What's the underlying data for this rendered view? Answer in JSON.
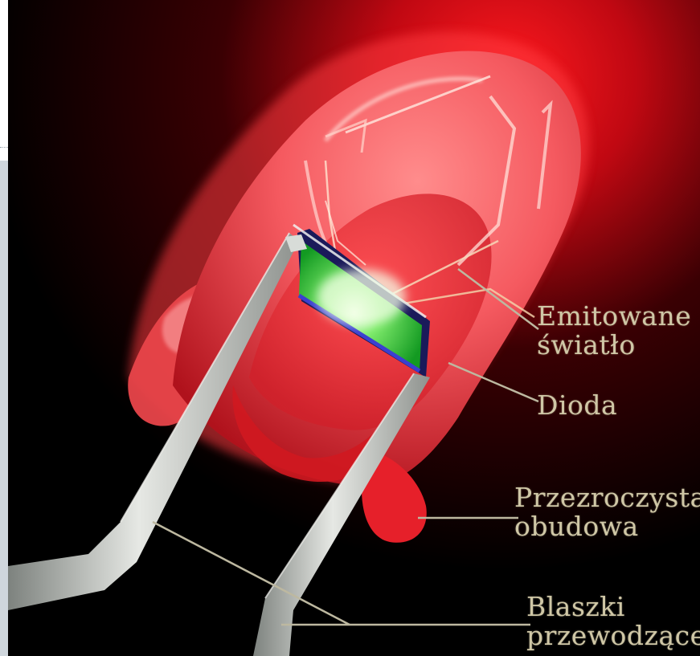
{
  "figure": {
    "labels": {
      "emitted_light": "Emitowane\nświatło",
      "diode": "Dioda",
      "housing": "Przezroczysta\nobudowa",
      "leads": "Blaszki\nprzewodzące"
    },
    "colors": {
      "background": "#000000",
      "glow": "#e0101a",
      "lens": "#f25a5f",
      "chip": "#18b02a",
      "lead_metal": "#c8ccc8",
      "label_text": "#cfc7a6",
      "side_strip": "#cfd6dc"
    }
  }
}
